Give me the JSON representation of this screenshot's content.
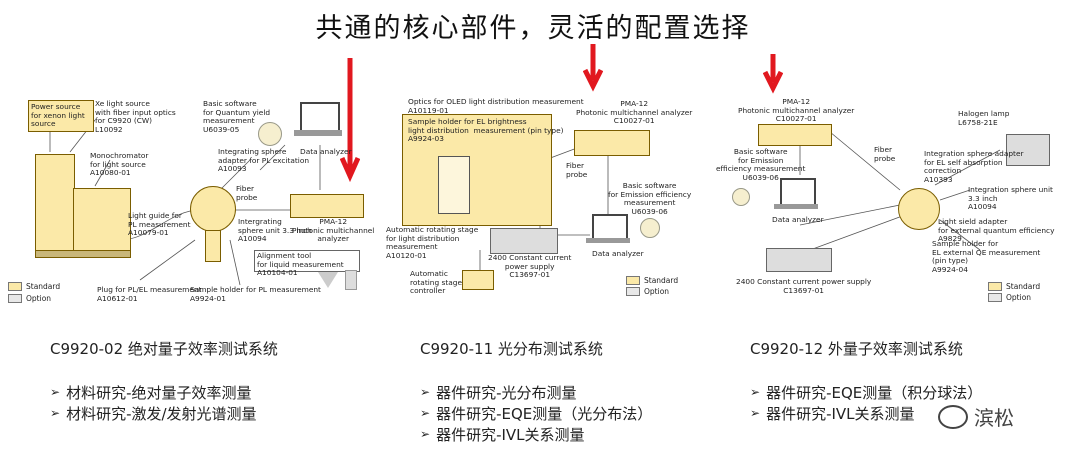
{
  "title": "共通的核心部件，灵活的配置选择",
  "colors": {
    "accent_arrow": "#e1181f",
    "standard": "#fbe9a8",
    "option": "#e8e8e8",
    "outline": "#7a5d00"
  },
  "legend": {
    "standard": "Standard",
    "option": "Option"
  },
  "panel1": {
    "labels": {
      "power_source": "Power source\nfor xenon light\nsource",
      "xe_light": "Xe light source\nwith fiber input optics\nfor C9920 (CW)\nL10092",
      "basic_sw": "Basic software\nfor Quantum yield\nmeasurement\nU6039-05",
      "monochromator": "Monochromator\nfor light source\nA10080-01",
      "integrating_adapter": "Integrating sphere\nadapter for PL excitation\nA10093",
      "data_analyzer": "Data analyzer",
      "fiber_probe": "Fiber\nprobe",
      "light_guide": "Light guide for\nPL measurement\nA10079-01",
      "integrating_sphere": "Intergrating\nsphere unit 3.3 inch\nA10094",
      "pma12": "PMA-12\nPhotonic multichannel\nanalyzer",
      "alignment_tool": "Alignment tool\nfor liquid measurement\nA10104-01",
      "plug": "Plug for PL/EL measurement\nA10612-01",
      "sample_holder": "Sample holder for PL measurement\nA9924-01"
    },
    "system_title": "C9920-02 绝对量子效率测试系统",
    "bullets": [
      "材料研究-绝对量子效率测量",
      "材料研究-激发/发射光谱测量"
    ]
  },
  "panel2": {
    "labels": {
      "optics_oled": "Optics for OLED light distribution measurement\nA10119-01",
      "sample_holder_el": "Sample holder for EL brightness\nlight distribution  measurement (pin type)\nA9924-03",
      "pma12": "PMA-12\nPhotonic multichannel analyzer\nC10027-01",
      "fiber_probe": "Fiber\nprobe",
      "basic_sw": "Basic software\nfor Emission efficiency\nmeasurement\nU6039-06",
      "rotating_stage": "Automatic rotating stage\nfor light distribution\nmeasurement\nA10120-01",
      "current_supply": "2400 Constant current\npower supply\nC13697-01",
      "data_analyzer": "Data analyzer",
      "stage_controller": "Automatic\nrotating stage\ncontroller"
    },
    "system_title": "C9920-11 光分布测试系统",
    "bullets": [
      "器件研究-光分布测量",
      "器件研究-EQE测量（光分布法）",
      "器件研究-IVL关系测量"
    ]
  },
  "panel3": {
    "labels": {
      "pma12": "PMA-12\nPhotonic multichannel analyzer\nC10027-01",
      "halogen": "Halogen lamp\nL6758-21E",
      "basic_sw": "Basic software\nfor Emission\nefficiency measurement\nU6039-06",
      "fiber_probe": "Fiber\nprobe",
      "sphere_adapter": "Integration sphere adapter\nfor EL self absorption\ncorrection\nA10393",
      "sphere_unit": "Integration sphere unit\n3.3 inch\nA10094",
      "data_analyzer": "Data analyzer",
      "light_shield": "Light sield adapter\nfor external quantum efficiency\nA9829",
      "sample_holder": "Sample holder for\nEL external QE measurement\n(pin type)\nA9924-04",
      "current_supply": "2400 Constant current power supply\nC13697-01"
    },
    "system_title": "C9920-12 外量子效率测试系统",
    "bullets": [
      "器件研究-EQE测量（积分球法）",
      "器件研究-IVL关系测量"
    ]
  },
  "watermark": "滨松"
}
